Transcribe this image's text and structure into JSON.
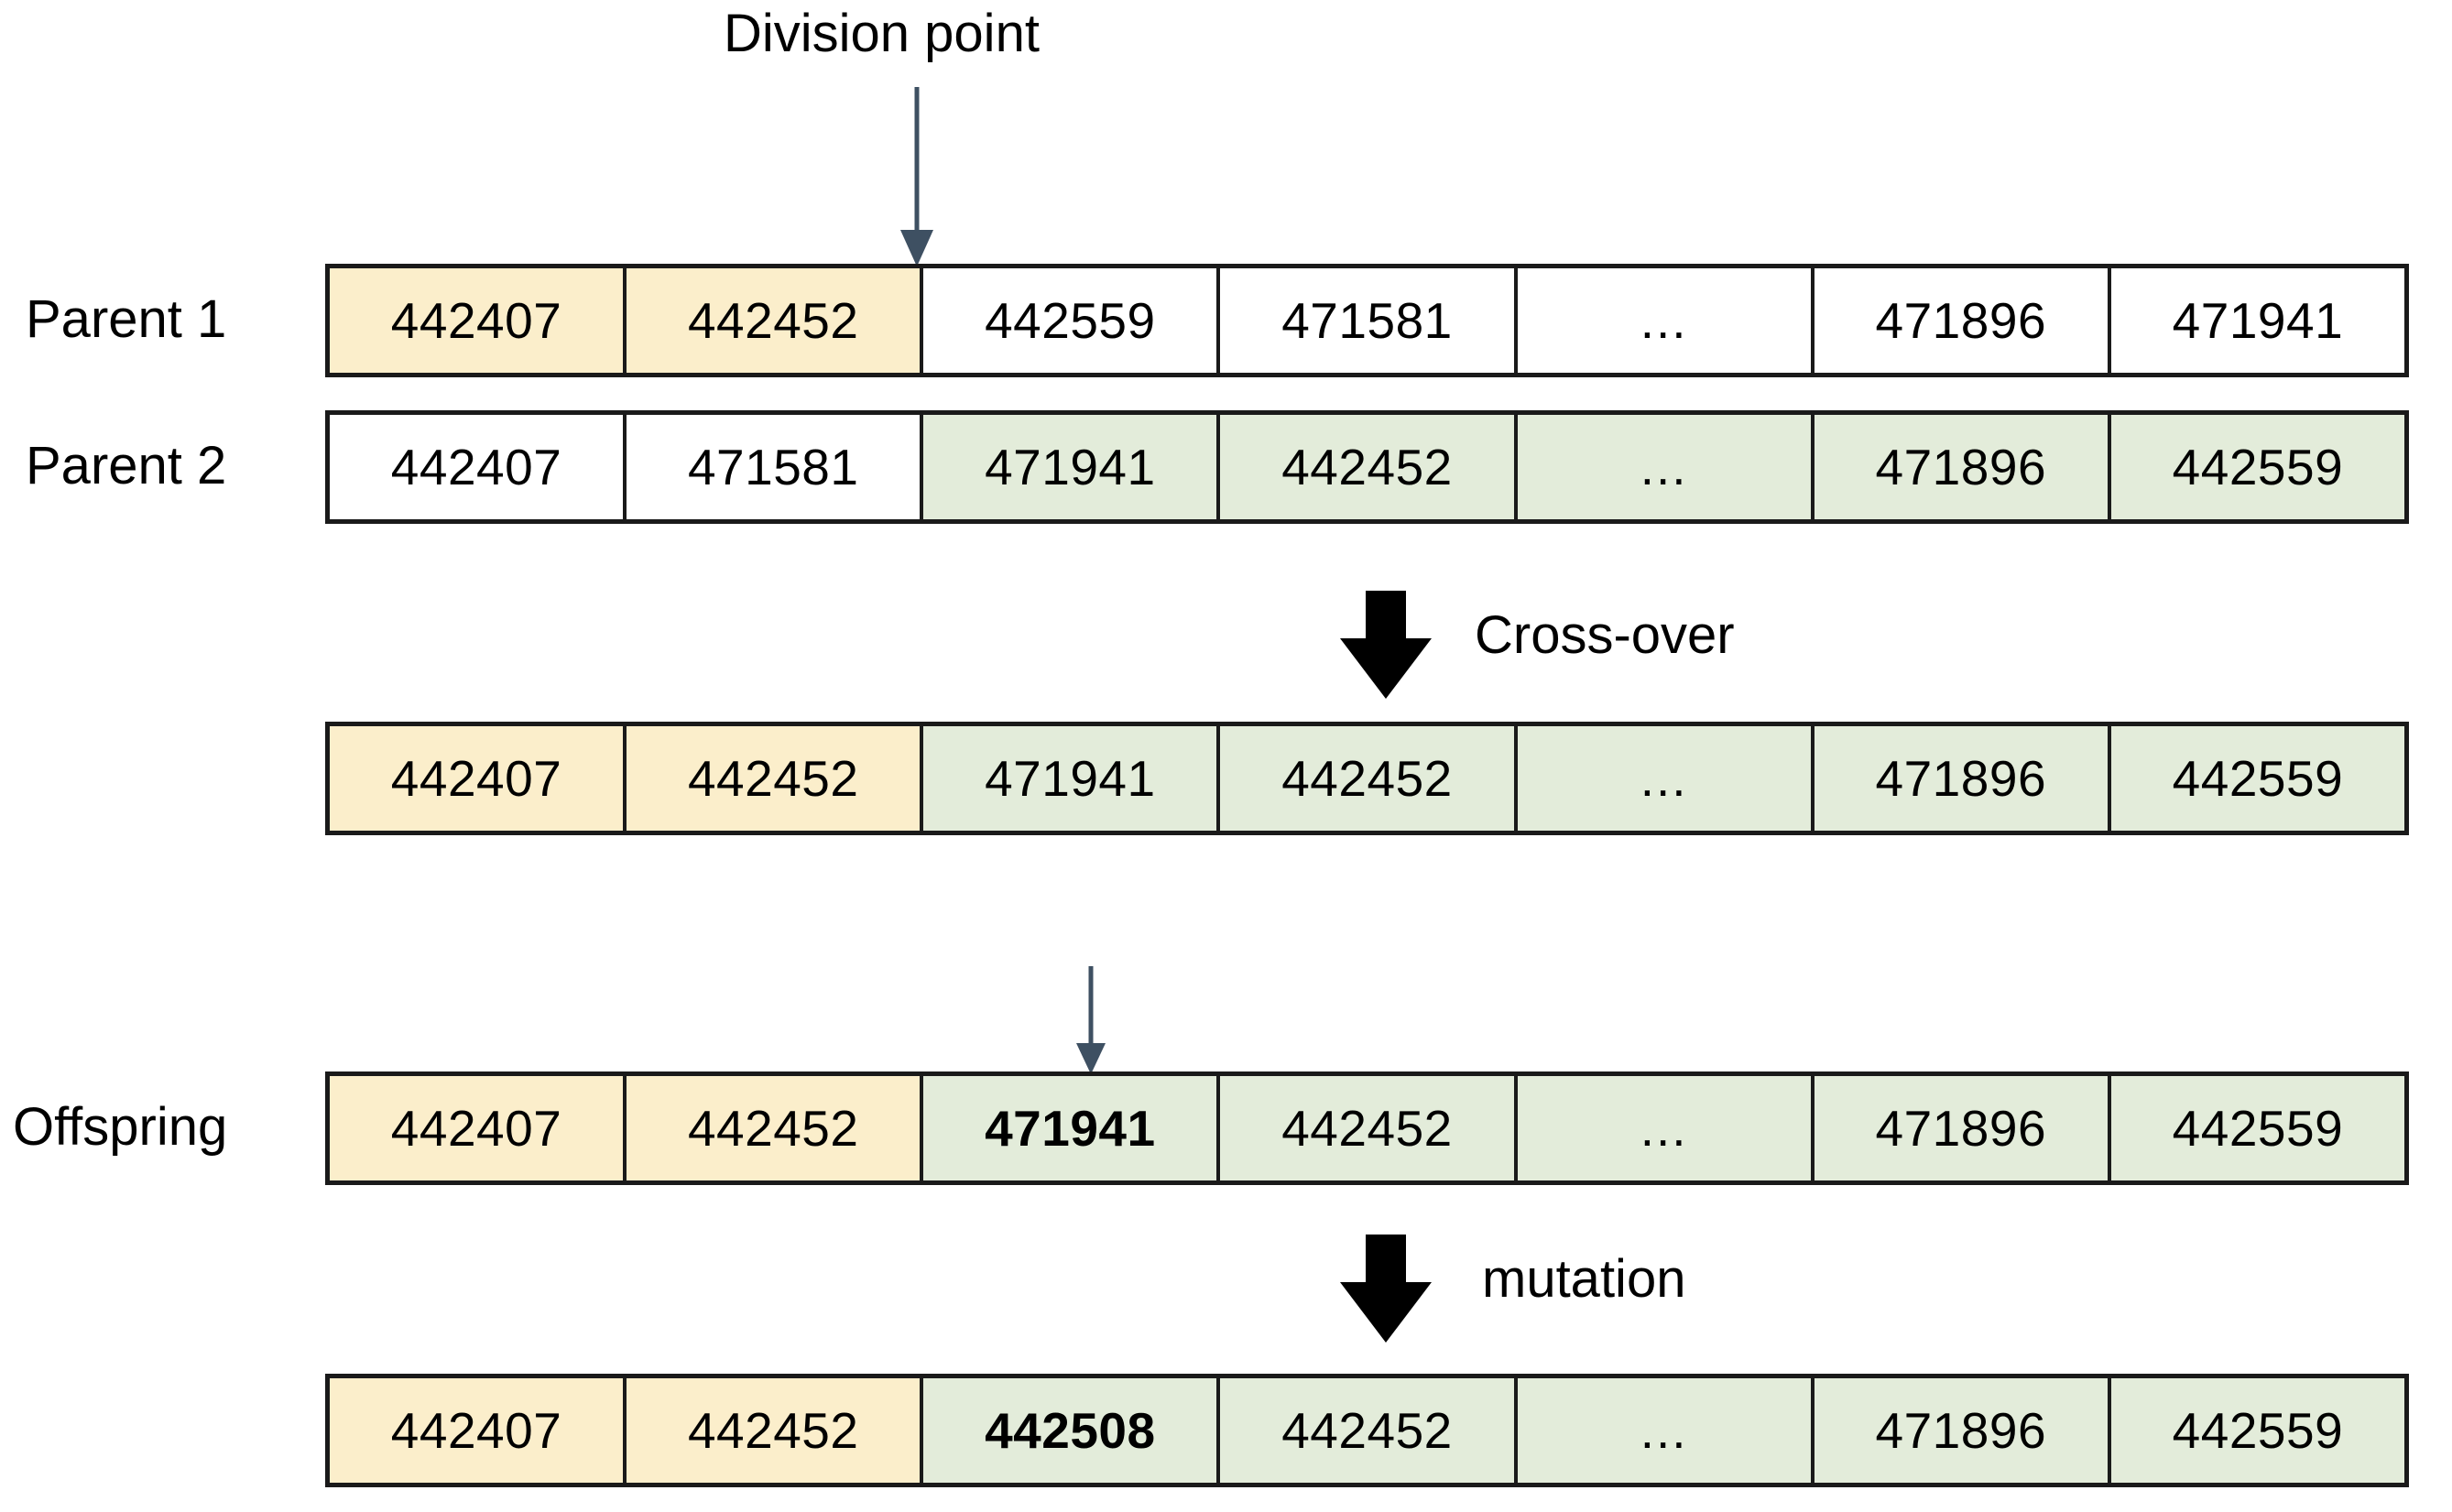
{
  "diagram": {
    "title_caption": "Division point",
    "accent_arrow_color": "#3E5062",
    "process_arrow_color": "#000000",
    "fill_yellow": "#FBEECB",
    "fill_green": "#E3ECDA",
    "fill_white": "#FFFFFF",
    "border_color": "#1A1A1A"
  },
  "labels": {
    "parent1": "Parent 1",
    "parent2": "Parent 2",
    "offspring": "Offspring",
    "crossover": "Cross-over",
    "mutation": "mutation"
  },
  "rows": [
    {
      "id": "parent-1",
      "label": "Parent 1",
      "cells": [
        {
          "value": "442407",
          "fill": "yellow",
          "bold": false
        },
        {
          "value": "442452",
          "fill": "yellow",
          "bold": false
        },
        {
          "value": "442559",
          "fill": "white",
          "bold": false
        },
        {
          "value": "471581",
          "fill": "white",
          "bold": false
        },
        {
          "value": "...",
          "fill": "white",
          "bold": false
        },
        {
          "value": "471896",
          "fill": "white",
          "bold": false
        },
        {
          "value": "471941",
          "fill": "white",
          "bold": false
        }
      ]
    },
    {
      "id": "parent-2",
      "label": "Parent 2",
      "cells": [
        {
          "value": "442407",
          "fill": "white",
          "bold": false
        },
        {
          "value": "471581",
          "fill": "white",
          "bold": false
        },
        {
          "value": "471941",
          "fill": "green",
          "bold": false
        },
        {
          "value": "442452",
          "fill": "green",
          "bold": false
        },
        {
          "value": "...",
          "fill": "green",
          "bold": false
        },
        {
          "value": "471896",
          "fill": "green",
          "bold": false
        },
        {
          "value": "442559",
          "fill": "green",
          "bold": false
        }
      ]
    },
    {
      "id": "crossover-result",
      "label": "",
      "cells": [
        {
          "value": "442407",
          "fill": "yellow",
          "bold": false
        },
        {
          "value": "442452",
          "fill": "yellow",
          "bold": false
        },
        {
          "value": "471941",
          "fill": "green",
          "bold": false
        },
        {
          "value": "442452",
          "fill": "green",
          "bold": false
        },
        {
          "value": "...",
          "fill": "green",
          "bold": false
        },
        {
          "value": "471896",
          "fill": "green",
          "bold": false
        },
        {
          "value": "442559",
          "fill": "green",
          "bold": false
        }
      ]
    },
    {
      "id": "offspring",
      "label": "Offspring",
      "cells": [
        {
          "value": "442407",
          "fill": "yellow",
          "bold": false
        },
        {
          "value": "442452",
          "fill": "yellow",
          "bold": false
        },
        {
          "value": "471941",
          "fill": "green",
          "bold": true
        },
        {
          "value": "442452",
          "fill": "green",
          "bold": false
        },
        {
          "value": "...",
          "fill": "green",
          "bold": false
        },
        {
          "value": "471896",
          "fill": "green",
          "bold": false
        },
        {
          "value": "442559",
          "fill": "green",
          "bold": false
        }
      ]
    },
    {
      "id": "mutated-offspring",
      "label": "",
      "cells": [
        {
          "value": "442407",
          "fill": "yellow",
          "bold": false
        },
        {
          "value": "442452",
          "fill": "yellow",
          "bold": false
        },
        {
          "value": "442508",
          "fill": "green",
          "bold": true
        },
        {
          "value": "442452",
          "fill": "green",
          "bold": false
        },
        {
          "value": "...",
          "fill": "green",
          "bold": false
        },
        {
          "value": "471896",
          "fill": "green",
          "bold": false
        },
        {
          "value": "442559",
          "fill": "green",
          "bold": false
        }
      ]
    }
  ]
}
